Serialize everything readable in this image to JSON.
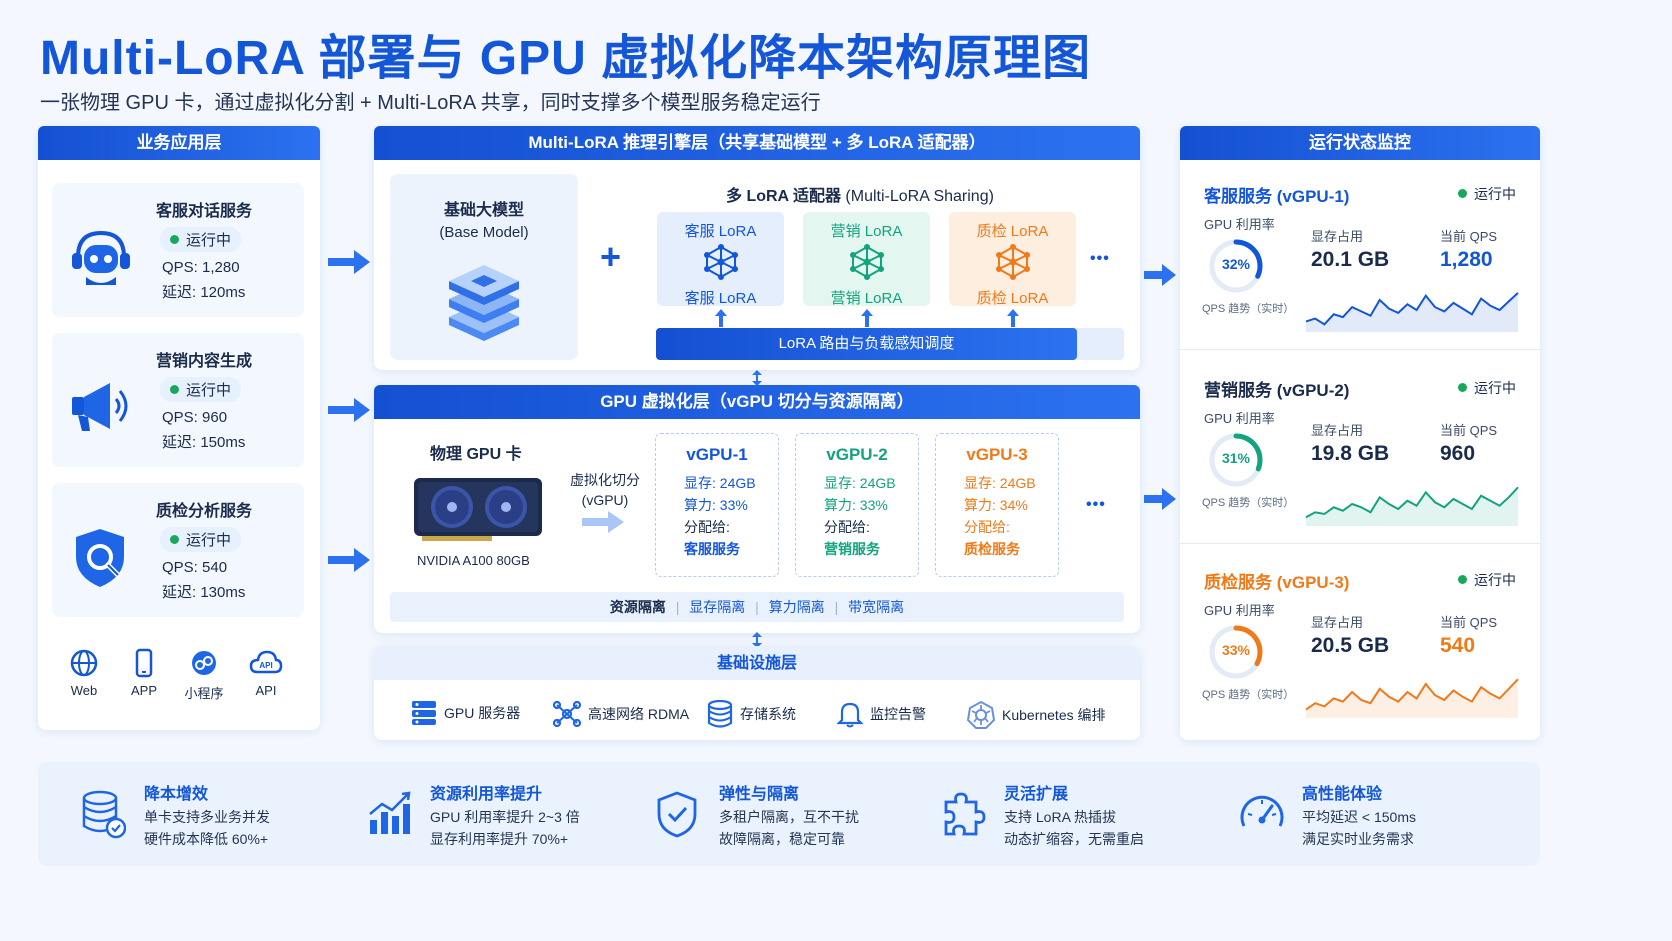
{
  "header": {
    "title": "Multi-LoRA 部署与 GPU 虚拟化降本架构原理图",
    "subtitle": "一张物理 GPU 卡，通过虚拟化分割 + Multi-LoRA 共享，同时支撑多个模型服务稳定运行"
  },
  "app_layer": {
    "title": "业务应用层",
    "services": [
      {
        "name": "客服对话服务",
        "status": "运行中",
        "qps_label": "QPS:",
        "qps": "1,280",
        "latency_label": "延迟:",
        "latency": "120ms",
        "icon": "robot-icon"
      },
      {
        "name": "营销内容生成",
        "status": "运行中",
        "qps_label": "QPS:",
        "qps": "960",
        "latency_label": "延迟:",
        "latency": "150ms",
        "icon": "megaphone-icon"
      },
      {
        "name": "质检分析服务",
        "status": "运行中",
        "qps_label": "QPS:",
        "qps": "540",
        "latency_label": "延迟:",
        "latency": "130ms",
        "icon": "shield-search-icon"
      }
    ],
    "clients": [
      "Web",
      "APP",
      "小程序",
      "API"
    ]
  },
  "engine_layer": {
    "title": "Multi-LoRA 推理引擎层（共享基础模型 + 多 LoRA 适配器）",
    "base_model_title": "基础大模型",
    "base_model_sub": "(Base Model)",
    "plus": "+",
    "adapters_title": "多 LoRA 适配器",
    "adapters_sub": "(Multi-LoRA Sharing)",
    "adapters": [
      {
        "top": "客服 LoRA",
        "bottom": "客服 LoRA"
      },
      {
        "top": "营销 LoRA",
        "bottom": "营销 LoRA"
      },
      {
        "top": "质检 LoRA",
        "bottom": "质检 LoRA"
      }
    ],
    "more": "•••",
    "router": "LoRA 路由与负载感知调度"
  },
  "gpu_layer": {
    "title": "GPU 虚拟化层（vGPU 切分与资源隔离）",
    "physical_title": "物理 GPU 卡",
    "physical_model": "NVIDIA A100 80GB",
    "split_label_1": "虚拟化切分",
    "split_label_2": "(vGPU)",
    "vgpus": [
      {
        "name": "vGPU-1",
        "mem": "显存: 24GB",
        "compute": "算力: 33%",
        "assign_label": "分配给:",
        "assign": "客服服务"
      },
      {
        "name": "vGPU-2",
        "mem": "显存: 24GB",
        "compute": "算力: 33%",
        "assign_label": "分配给:",
        "assign": "营销服务"
      },
      {
        "name": "vGPU-3",
        "mem": "显存: 24GB",
        "compute": "算力: 34%",
        "assign_label": "分配给:",
        "assign": "质检服务"
      }
    ],
    "more": "•••",
    "isolation": [
      "资源隔离",
      "显存隔离",
      "算力隔离",
      "带宽隔离"
    ]
  },
  "infra_layer": {
    "title": "基础设施层",
    "items": [
      "GPU 服务器",
      "高速网络 RDMA",
      "存储系统",
      "监控告警",
      "Kubernetes 编排"
    ]
  },
  "monitor": {
    "title": "运行状态监控",
    "gpu_label": "GPU 利用率",
    "mem_label": "显存占用",
    "qps_label": "当前 QPS",
    "trend_label": "QPS 趋势（实时）",
    "services": [
      {
        "name": "客服服务",
        "vgpu": "(vGPU-1)",
        "status": "运行中",
        "util": "32%",
        "util_value": 32,
        "mem": "20.1 GB",
        "qps": "1,280",
        "color": "#1356d8",
        "trend": [
          40,
          42,
          38,
          45,
          43,
          50,
          47,
          44,
          55,
          49,
          46,
          52,
          48,
          58,
          50,
          47,
          53,
          49,
          45,
          56,
          51,
          48,
          54,
          60
        ]
      },
      {
        "name": "营销服务",
        "vgpu": "(vGPU-2)",
        "status": "运行中",
        "util": "31%",
        "util_value": 31,
        "mem": "19.8 GB",
        "qps": "960",
        "color": "#13a37f",
        "trend": [
          38,
          41,
          40,
          44,
          42,
          46,
          44,
          41,
          50,
          46,
          43,
          48,
          45,
          53,
          47,
          44,
          49,
          46,
          43,
          51,
          48,
          45,
          50,
          56
        ]
      },
      {
        "name": "质检服务",
        "vgpu": "(vGPU-3)",
        "status": "运行中",
        "util": "33%",
        "util_value": 33,
        "mem": "20.5 GB",
        "qps": "540",
        "color": "#ef7a1a",
        "trend": [
          36,
          40,
          38,
          43,
          41,
          47,
          42,
          40,
          49,
          44,
          41,
          47,
          43,
          52,
          45,
          42,
          48,
          44,
          41,
          50,
          46,
          43,
          49,
          55
        ]
      }
    ]
  },
  "benefits": [
    {
      "title": "降本增效",
      "line1": "单卡支持多业务并发",
      "line2": "硬件成本降低 60%+"
    },
    {
      "title": "资源利用率提升",
      "line1": "GPU 利用率提升 2~3 倍",
      "line2": "显存利用率提升 70%+"
    },
    {
      "title": "弹性与隔离",
      "line1": "多租户隔离，互不干扰",
      "line2": "故障隔离，稳定可靠"
    },
    {
      "title": "灵活扩展",
      "line1": "支持 LoRA 热插拔",
      "line2": "动态扩缩容，无需重启"
    },
    {
      "title": "高性能体验",
      "line1": "平均延迟 < 150ms",
      "line2": "满足实时业务需求"
    }
  ]
}
